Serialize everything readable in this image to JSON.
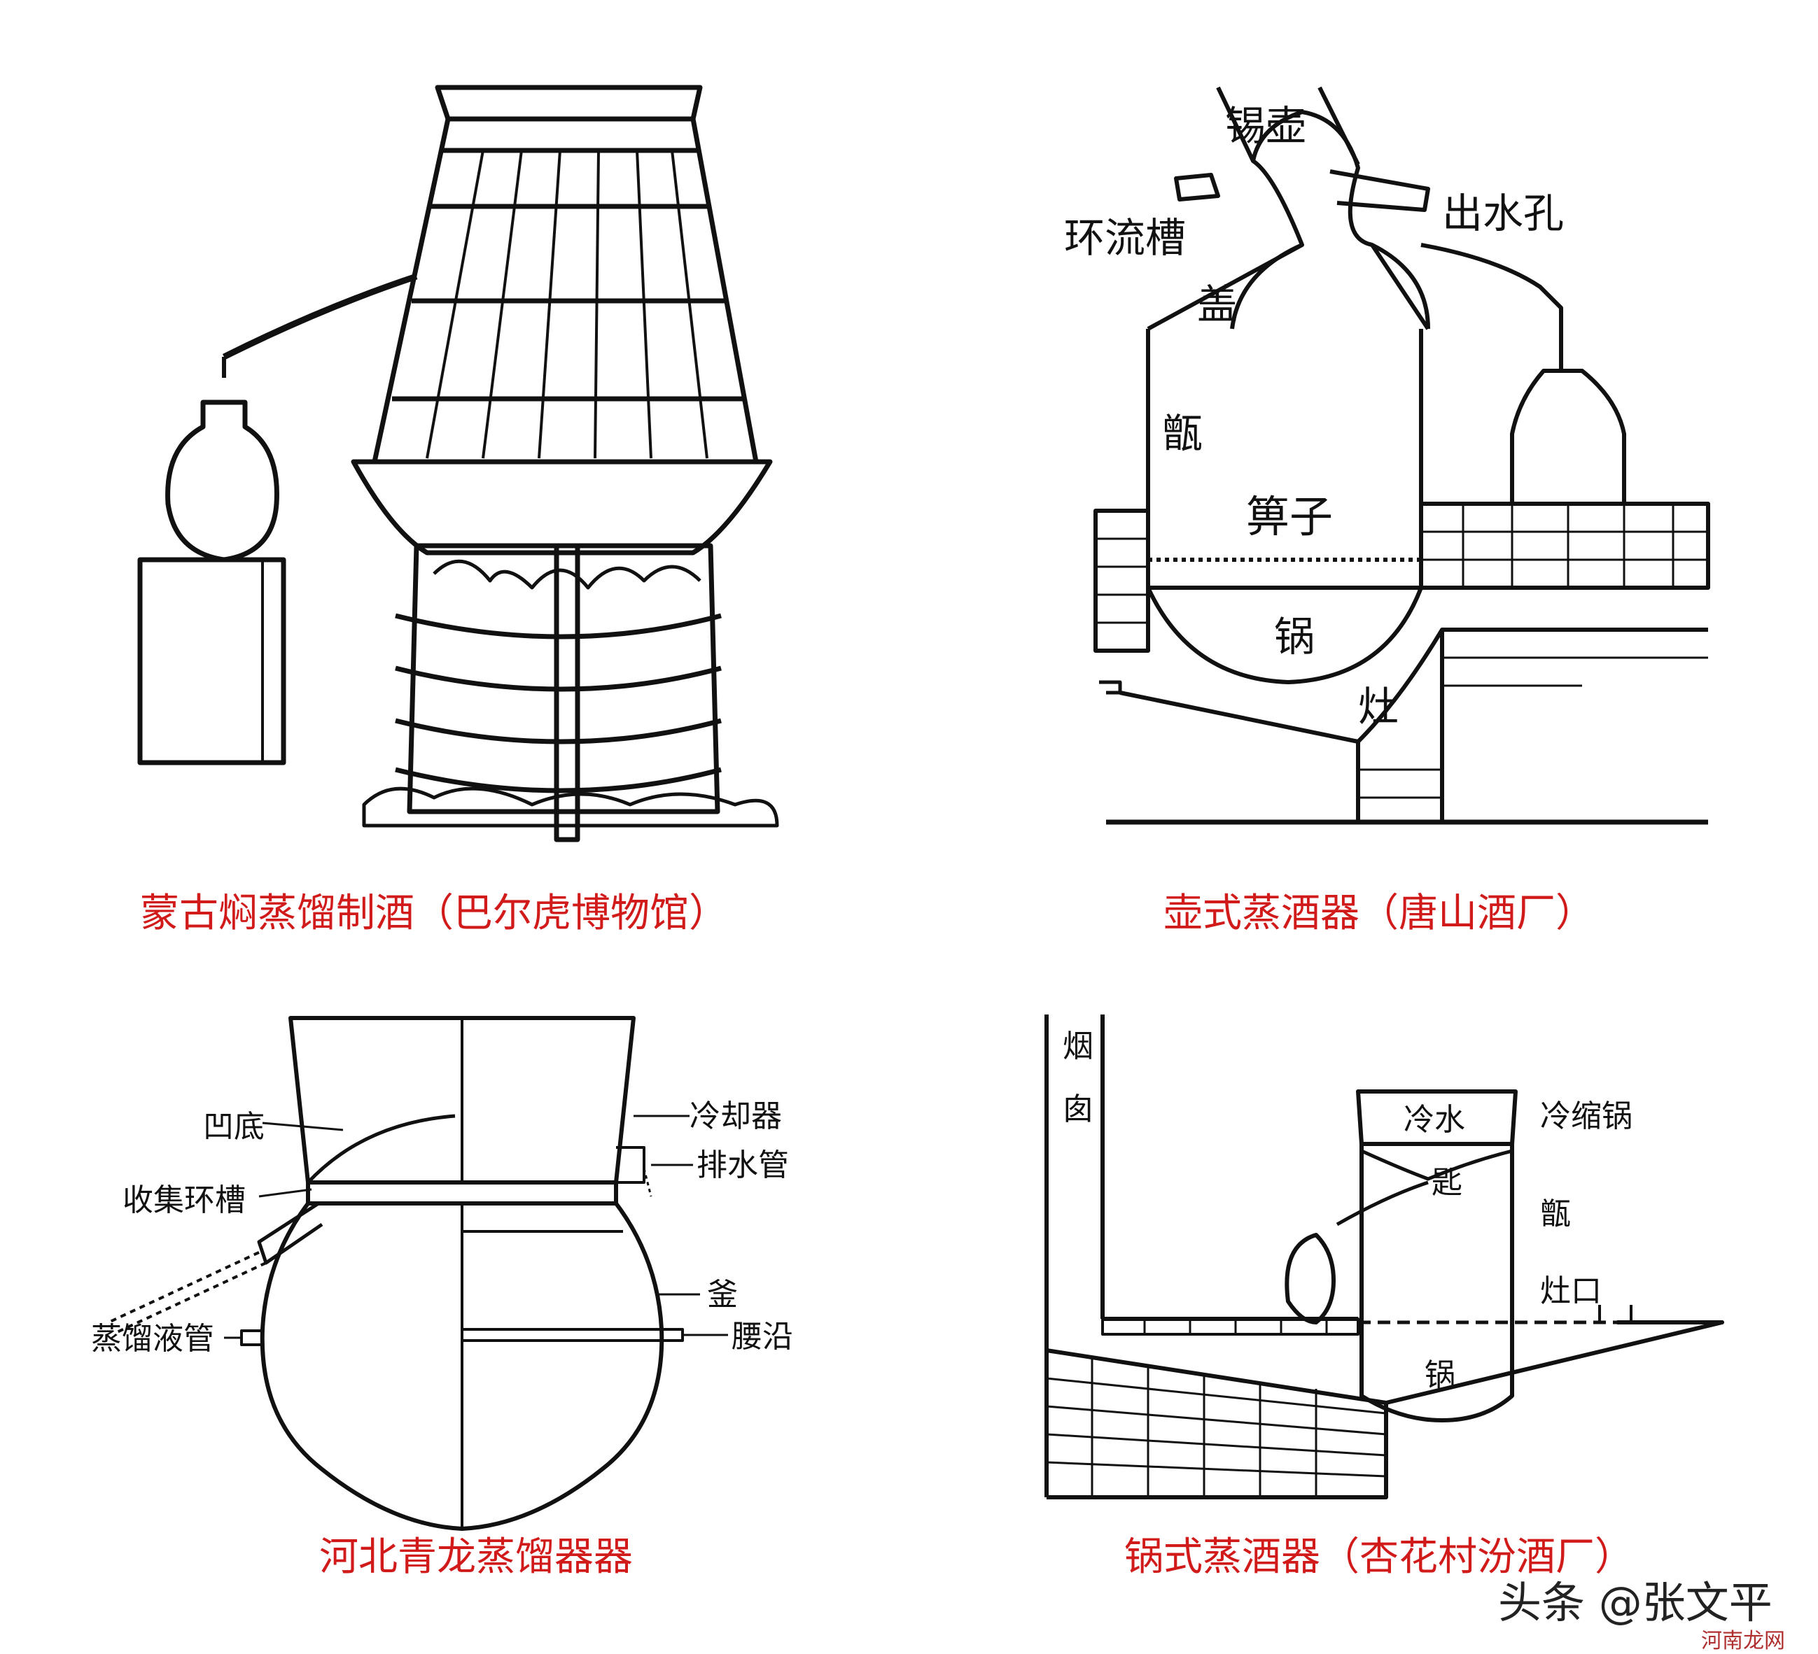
{
  "panels": {
    "mongol": {
      "caption": "蒙古焖蒸馏制酒（巴尔虎博物馆）"
    },
    "pot": {
      "caption": "壶式蒸酒器（唐山酒厂）",
      "labels": {
        "tin_pot": "锡壶",
        "outlet": "出水孔",
        "ring_trough": "环流槽",
        "lid": "盖",
        "steamer": "甑",
        "grate": "箅子",
        "wok": "锅",
        "stove": "灶"
      }
    },
    "hebei": {
      "caption": "河北青龙蒸馏器器",
      "labels": {
        "concave_bottom": "凹底",
        "cooler": "冷却器",
        "drain_pipe": "排水管",
        "collect_trough": "收集环槽",
        "cauldron": "釜",
        "distillate_pipe": "蒸馏液管",
        "waist_rim": "腰沿"
      }
    },
    "wok": {
      "caption": "锅式蒸酒器（杏花村汾酒厂）",
      "labels": {
        "chimney_1": "烟",
        "chimney_2": "囱",
        "cold_water": "冷水",
        "condense_wok": "冷缩锅",
        "spoon": "匙",
        "steamer": "甑",
        "stove_mouth": "灶口",
        "wok": "锅"
      }
    }
  },
  "watermark": {
    "main": "头条 @张文平",
    "sub": "河南龙网"
  }
}
